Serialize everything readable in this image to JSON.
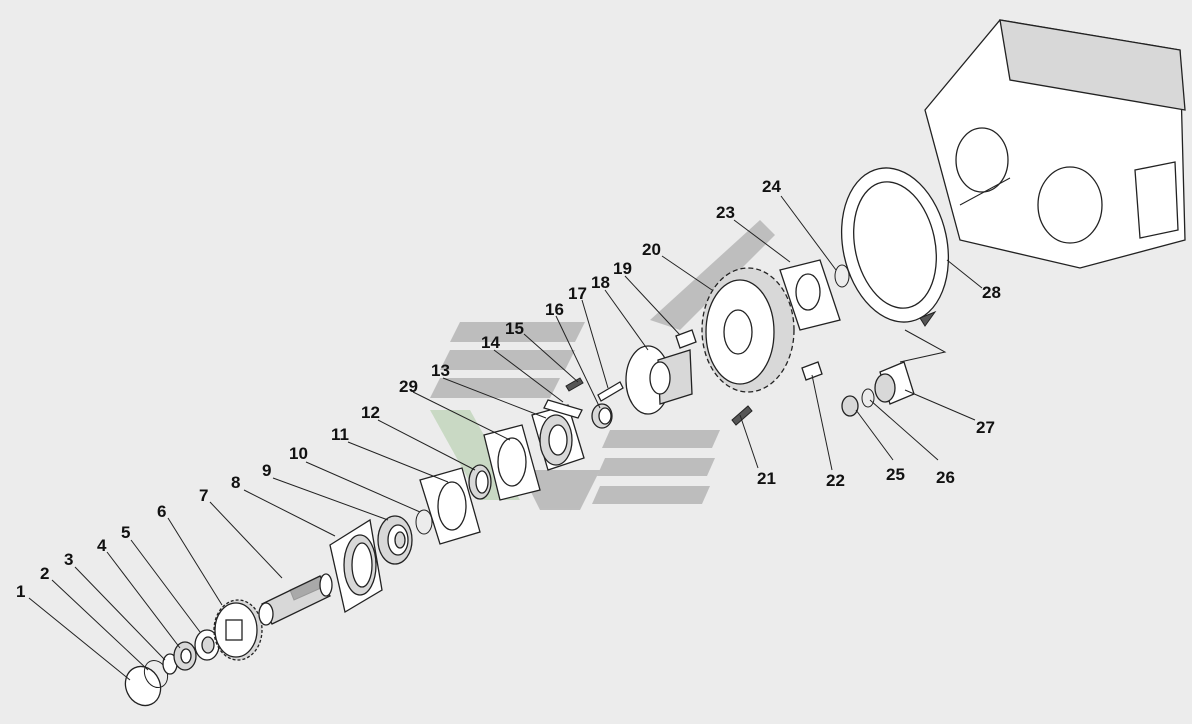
{
  "callouts": [
    {
      "id": "1",
      "text": "1"
    },
    {
      "id": "2",
      "text": "2"
    },
    {
      "id": "3",
      "text": "3"
    },
    {
      "id": "4",
      "text": "4"
    },
    {
      "id": "5",
      "text": "5"
    },
    {
      "id": "6",
      "text": "6"
    },
    {
      "id": "7",
      "text": "7"
    },
    {
      "id": "8",
      "text": "8"
    },
    {
      "id": "9",
      "text": "9"
    },
    {
      "id": "10",
      "text": "10"
    },
    {
      "id": "11",
      "text": "11"
    },
    {
      "id": "12",
      "text": "12"
    },
    {
      "id": "13",
      "text": "13"
    },
    {
      "id": "14",
      "text": "14"
    },
    {
      "id": "15",
      "text": "15"
    },
    {
      "id": "16",
      "text": "16"
    },
    {
      "id": "17",
      "text": "17"
    },
    {
      "id": "18",
      "text": "18"
    },
    {
      "id": "19",
      "text": "19"
    },
    {
      "id": "20",
      "text": "20"
    },
    {
      "id": "21",
      "text": "21"
    },
    {
      "id": "22",
      "text": "22"
    },
    {
      "id": "23",
      "text": "23"
    },
    {
      "id": "24",
      "text": "24"
    },
    {
      "id": "25",
      "text": "25"
    },
    {
      "id": "26",
      "text": "26"
    },
    {
      "id": "27",
      "text": "27"
    },
    {
      "id": "28",
      "text": "28"
    },
    {
      "id": "29",
      "text": "29"
    }
  ]
}
